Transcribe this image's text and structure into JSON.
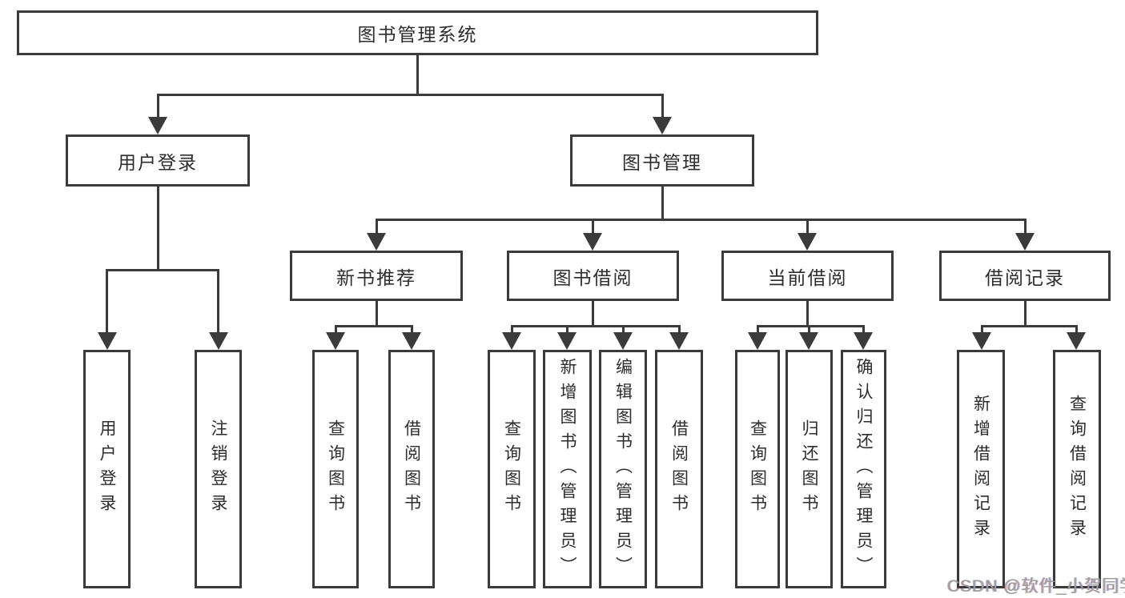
{
  "nodes": {
    "root": "图书管理系统",
    "user_login": "用户登录",
    "book_management": "图书管理",
    "new_book_recommend": "新书推荐",
    "book_borrow": "图书借阅",
    "current_borrow": "当前借阅",
    "borrow_records": "借阅记录"
  },
  "leaves": {
    "user_login": [
      "用户登录",
      "注销登录"
    ],
    "new_book_recommend": [
      "查询图书",
      "借阅图书"
    ],
    "book_borrow": [
      "查询图书",
      "新增图书（管理员）",
      "编辑图书（管理员）",
      "借阅图书"
    ],
    "current_borrow": [
      "查询图书",
      "归还图书",
      "确认归还（管理员）"
    ],
    "borrow_records": [
      "新增借阅记录",
      "查询借阅记录"
    ]
  },
  "watermark": {
    "text": "CSDN @软件_小贺同学"
  },
  "colors": {
    "line": "#3b3b3b",
    "box_border": "#3b3b3b",
    "box_fill": "#ffffff",
    "text": "#2d2d2d",
    "background": "#ffffff",
    "watermark": "#9e9e9e"
  }
}
